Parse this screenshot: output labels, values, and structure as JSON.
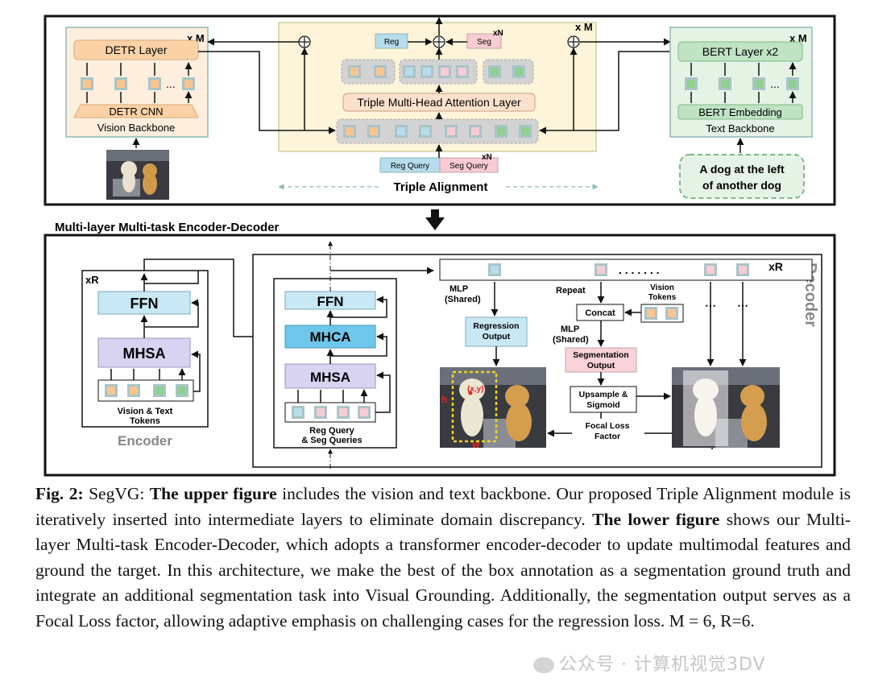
{
  "upper": {
    "vision": {
      "repeat": "x M",
      "detr_layer": "DETR Layer",
      "detr_cnn": "DETR CNN",
      "caption": "Vision Backbone",
      "ellipsis": "..."
    },
    "triple": {
      "repeat": "x M",
      "reg_chip": "Reg",
      "seg_chip": "Seg",
      "seg_repeat": "xN",
      "attention": "Triple Multi-Head Attention Layer",
      "reg_query": "Reg Query",
      "seg_query": "Seg Query",
      "query_repeat": "xN",
      "caption": "Triple Alignment"
    },
    "text": {
      "repeat": "x M",
      "bert_layer": "BERT Layer x2",
      "bert_embedding": "BERT Embedding",
      "caption": "Text Backbone",
      "ellipsis": "...",
      "query_line1": "A dog at the left",
      "query_line2": "of another dog"
    }
  },
  "section_title": "Multi-layer Multi-task Encoder-Decoder",
  "lower": {
    "encoder": {
      "repeat": "xR",
      "ffn": "FFN",
      "mhsa": "MHSA",
      "tokens_line1": "Vision & Text",
      "tokens_line2": "Tokens",
      "caption": "Encoder"
    },
    "decoder": {
      "ffn": "FFN",
      "mhca": "MHCA",
      "mhsa": "MHSA",
      "queries_line1": "Reg Query",
      "queries_line2": "& Seg Queries",
      "repeat": "xR",
      "caption": "Decoder",
      "dots": ". . . . . . .",
      "mlp1_line1": "MLP",
      "mlp1_line2": "(Shared)",
      "regression_line1": "Regression",
      "regression_line2": "Output",
      "repeat_label": "Repeat",
      "vision_tokens_line1": "Vision",
      "vision_tokens_line2": "Tokens",
      "concat": "Concat",
      "mlp2_line1": "MLP",
      "mlp2_line2": "(Shared)",
      "segmentation_line1": "Segmentation",
      "segmentation_line2": "Output",
      "upsample_line1": "Upsample &",
      "upsample_line2": "Sigmoid",
      "focal_line1": "Focal Loss",
      "focal_line2": "Factor",
      "vdots": "⋯",
      "bbox_h": "h",
      "bbox_xy": "(x,y)",
      "bbox_w": "w"
    }
  },
  "caption": {
    "fig": "Fig. 2:",
    "t1": " SegVG: ",
    "b1": "The upper figure",
    "t2": " includes the vision and text backbone. Our proposed Triple Alignment module is iteratively inserted into intermediate layers to eliminate domain discrepancy. ",
    "b2": "The lower figure",
    "t3": " shows our Multi-layer Multi-task Encoder-Decoder, which adopts a transformer encoder-decoder to update multimodal features and ground the target. In this architecture, we make the best of the box annotation as a segmentation ground truth and integrate an additional segmentation task into Visual Grounding. Additionally, the segmentation output serves as a Focal Loss factor, allowing adaptive emphasis on challenging cases for the regression loss. M = 6, R=6."
  },
  "watermark": "公众号 · 计算机视觉3DV",
  "colors": {
    "orange_fill": "#fbd2a6",
    "orange_light": "#fdeedd",
    "blue_token": "#b7dceb",
    "pink_token": "#f9cbd3",
    "green_fill": "#bfe3c3",
    "green_light": "#e4f3e4",
    "triple_bg": "#fdf4d9",
    "ffn_blue": "#c9e8f6",
    "mhca_blue": "#6ec6ea",
    "mhsa_purple": "#d8d3f0",
    "grey_text": "#888888"
  }
}
